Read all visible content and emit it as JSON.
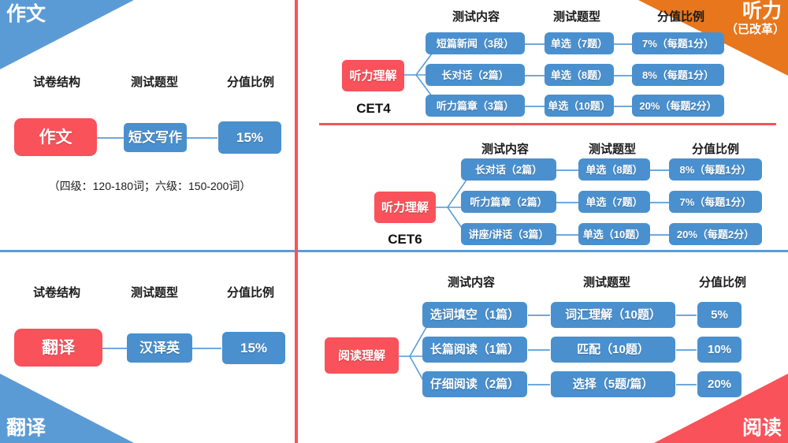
{
  "colors": {
    "red": "#F9525A",
    "blue": "#4A90CE",
    "line_blue": "#5B9BD5",
    "orange": "#E8761D",
    "text_dark": "#1a1a1a"
  },
  "corners": {
    "top_left": {
      "label": "作文"
    },
    "top_right": {
      "label": "听力",
      "sub_label": "（已改革）"
    },
    "bottom_left": {
      "label": "翻译"
    },
    "bottom_right": {
      "label": "阅读"
    }
  },
  "writing": {
    "headers": [
      "试卷结构",
      "测试题型",
      "分值比例"
    ],
    "root": "作文",
    "type": "短文写作",
    "score": "15%",
    "note": "（四级：120-180词；六级：150-200词）"
  },
  "translation": {
    "headers": [
      "试卷结构",
      "测试题型",
      "分值比例"
    ],
    "root": "翻译",
    "type": "汉译英",
    "score": "15%"
  },
  "listening_cet4": {
    "group": "CET4",
    "headers": [
      "测试内容",
      "测试题型",
      "分值比例"
    ],
    "root": "听力理解",
    "rows": [
      {
        "content": "短篇新闻（3段）",
        "type": "单选（7题）",
        "score": "7%（每题1分）"
      },
      {
        "content": "长对话（2篇）",
        "type": "单选（8题）",
        "score": "8%（每题1分）"
      },
      {
        "content": "听力篇章（3篇）",
        "type": "单选（10题）",
        "score": "20%（每题2分）"
      }
    ]
  },
  "listening_cet6": {
    "group": "CET6",
    "headers": [
      "测试内容",
      "测试题型",
      "分值比例"
    ],
    "root": "听力理解",
    "rows": [
      {
        "content": "长对话（2篇）",
        "type": "单选（8题）",
        "score": "8%（每题1分）"
      },
      {
        "content": "听力篇章（2篇）",
        "type": "单选（7题）",
        "score": "7%（每题1分）"
      },
      {
        "content": "讲座/讲话（3篇）",
        "type": "单选（10题）",
        "score": "20%（每题2分）"
      }
    ]
  },
  "reading": {
    "headers": [
      "测试内容",
      "测试题型",
      "分值比例"
    ],
    "root": "阅读理解",
    "rows": [
      {
        "content": "选词填空（1篇）",
        "type": "词汇理解（10题）",
        "score": "5%"
      },
      {
        "content": "长篇阅读（1篇）",
        "type": "匹配（10题）",
        "score": "10%"
      },
      {
        "content": "仔细阅读（2篇）",
        "type": "选择（5题/篇）",
        "score": "20%"
      }
    ]
  }
}
